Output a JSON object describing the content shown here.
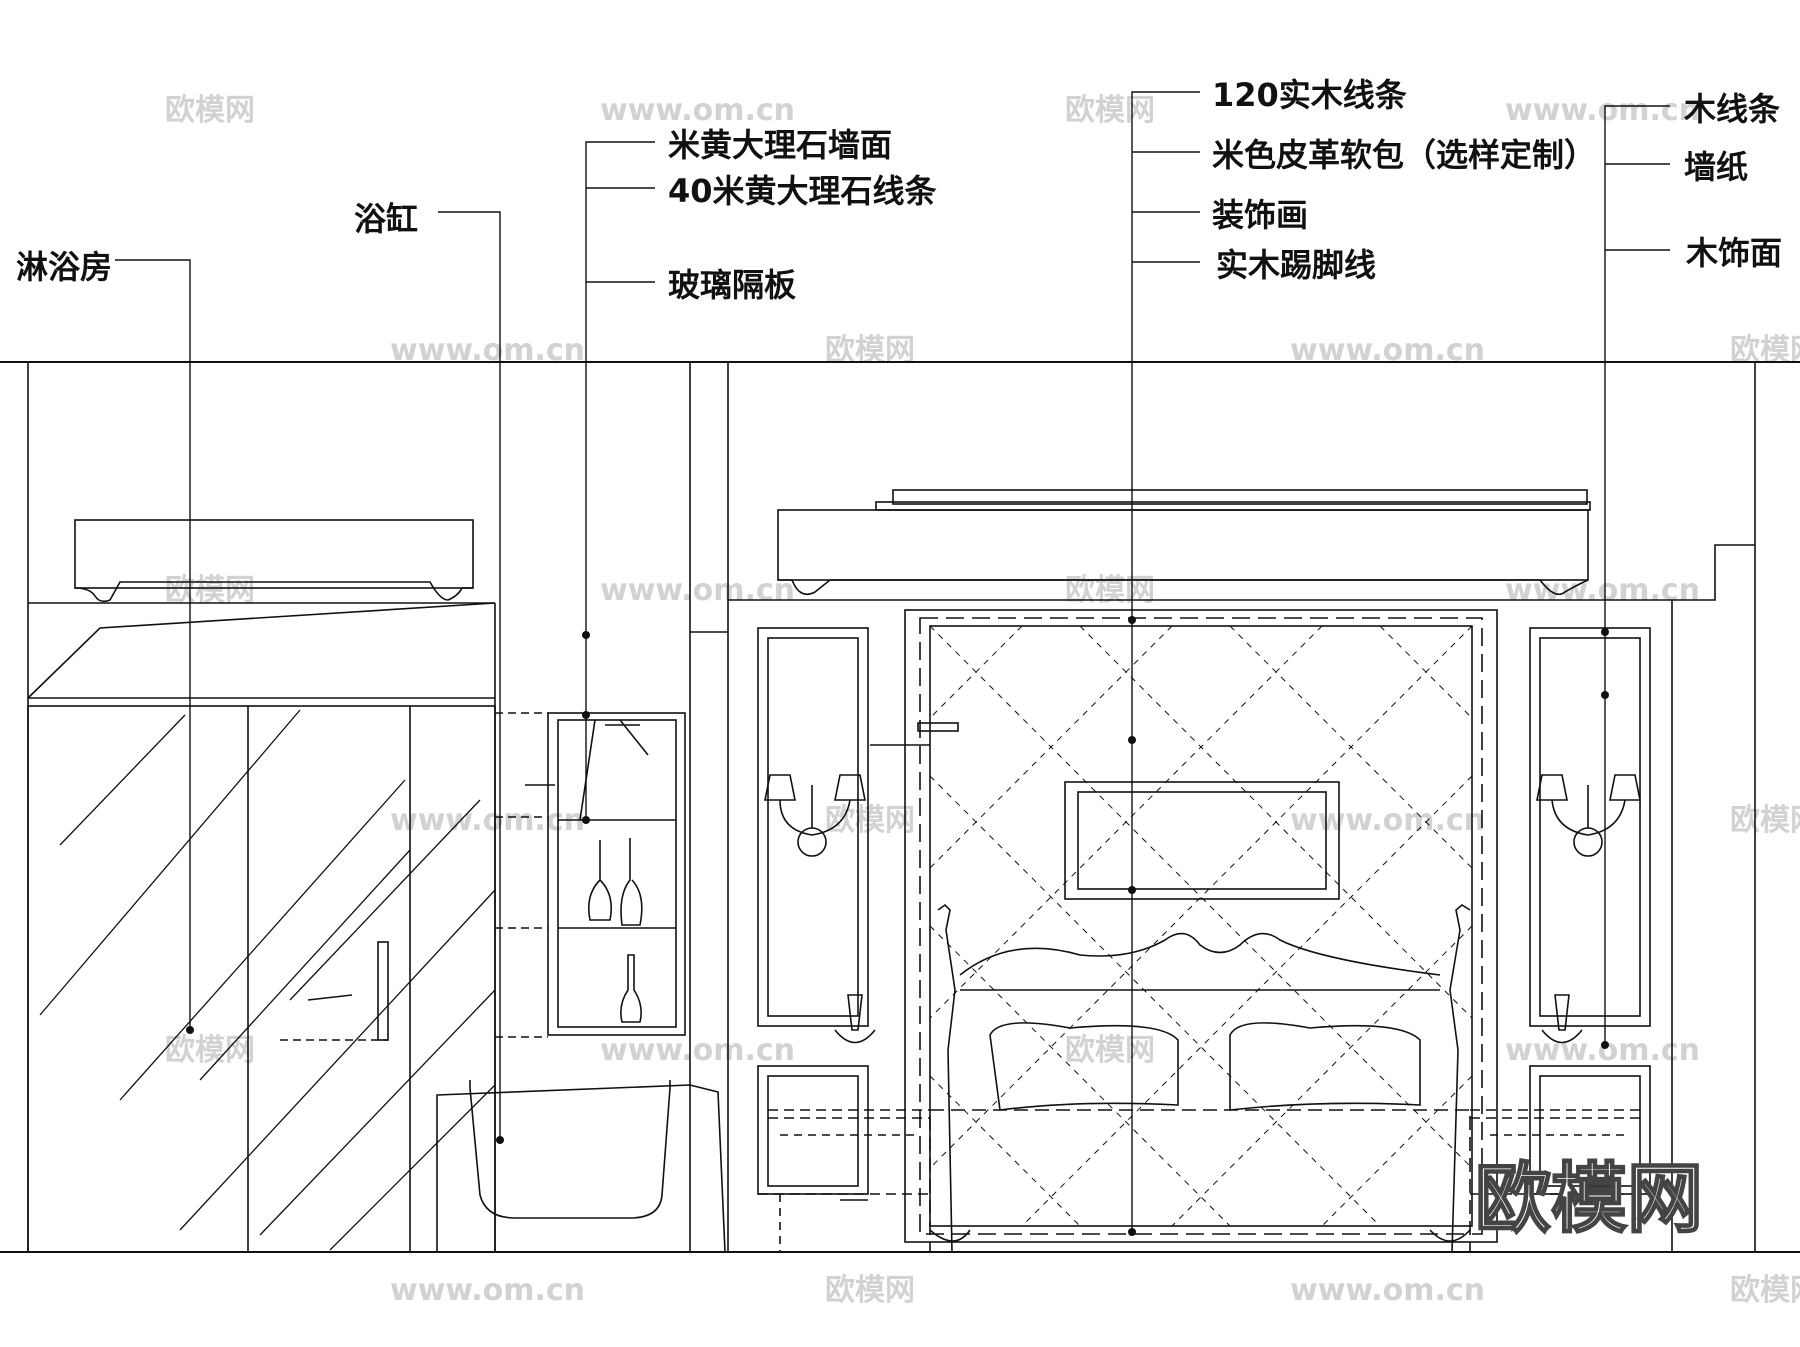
{
  "labels": {
    "shower_room": "淋浴房",
    "bathtub": "浴缸",
    "beige_marble_wall": "米黄大理石墙面",
    "beige_marble_trim_40": "40米黄大理石线条",
    "glass_partition": "玻璃隔板",
    "solid_wood_trim_120": "120实木线条",
    "beige_leather_panel": "米色皮革软包（选样定制）",
    "decorative_painting": "装饰画",
    "solid_wood_skirting": "实木踢脚线",
    "wood_trim": "木线条",
    "wallpaper": "墙纸",
    "wood_veneer": "木饰面"
  },
  "watermarks": {
    "brand": "欧模网",
    "site": "www.om.cn",
    "site_partial": "om.cn",
    "corner_brand": "欧模网"
  },
  "colors": {
    "line": "#111111",
    "watermark": "#d2d2d2"
  }
}
